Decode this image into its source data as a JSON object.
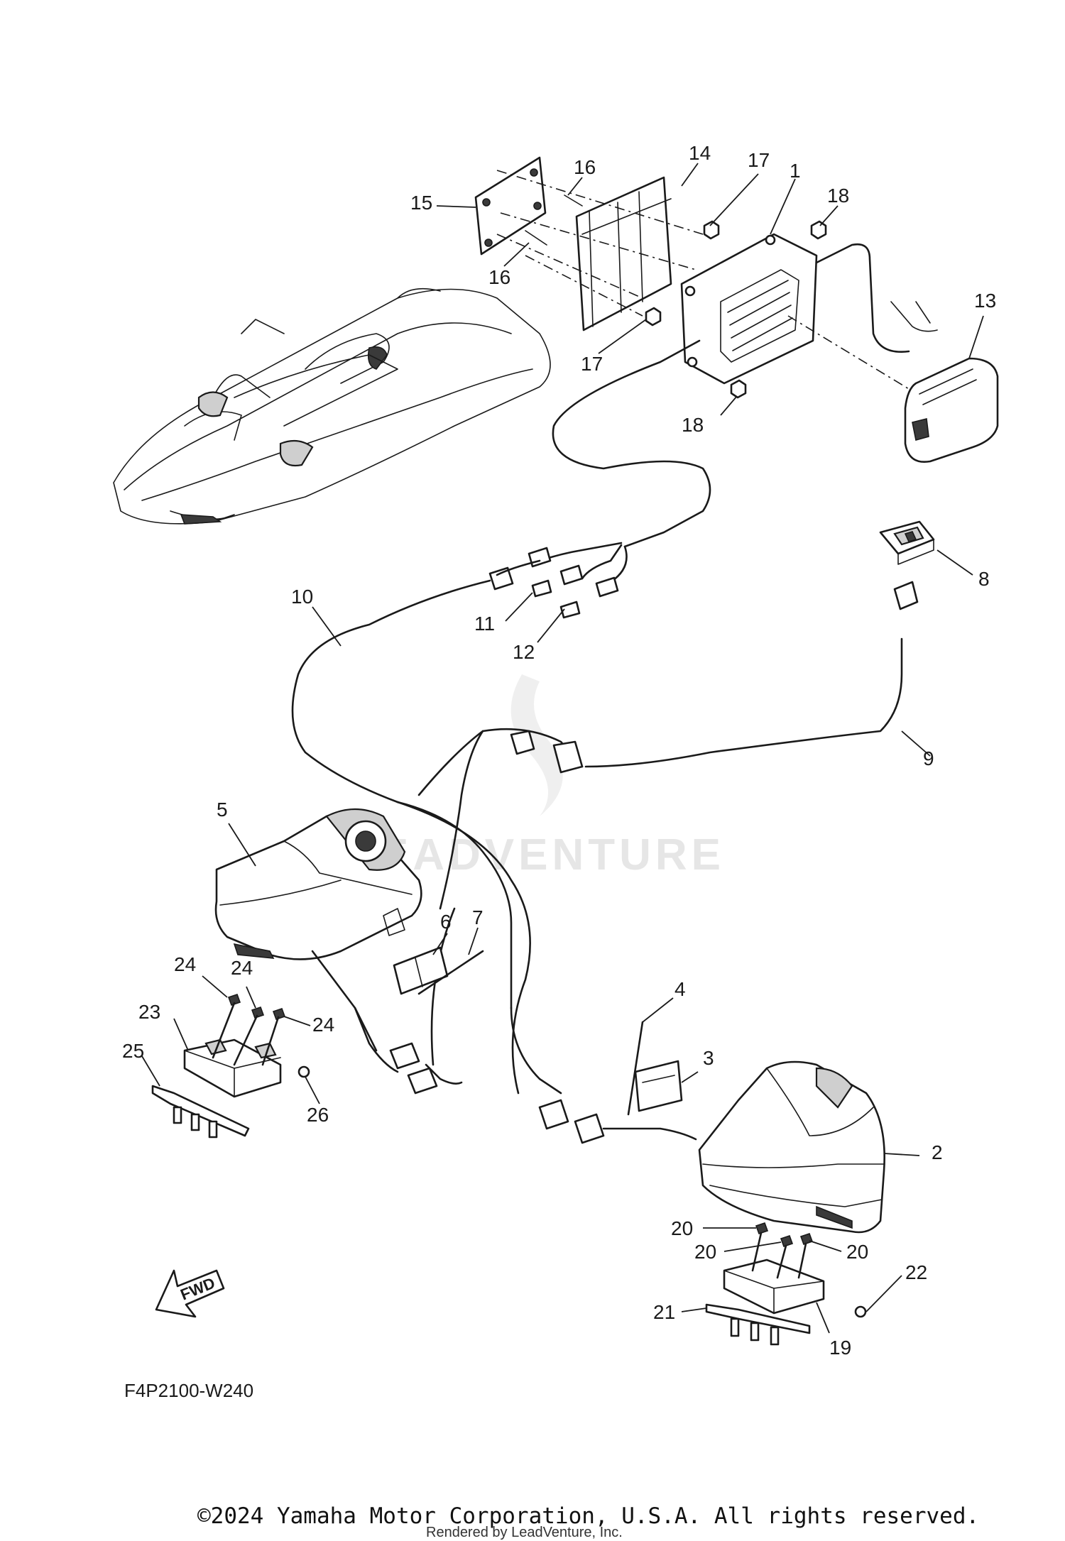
{
  "callouts": [
    "1",
    "2",
    "3",
    "4",
    "5",
    "6",
    "7",
    "8",
    "9",
    "10",
    "11",
    "12",
    "13",
    "14",
    "15",
    "16",
    "16",
    "17",
    "17",
    "18",
    "18",
    "19",
    "20",
    "20",
    "20",
    "21",
    "22",
    "23",
    "24",
    "24",
    "24",
    "25",
    "26"
  ],
  "diagram_code": "F4P2100-W240",
  "fwd_label": "FWD",
  "watermark": "LEADVENTURE",
  "copyright": "©2024 Yamaha Motor Corporation, U.S.A. All rights reserved.",
  "rendered_by": "Rendered by LeadVenture, Inc."
}
